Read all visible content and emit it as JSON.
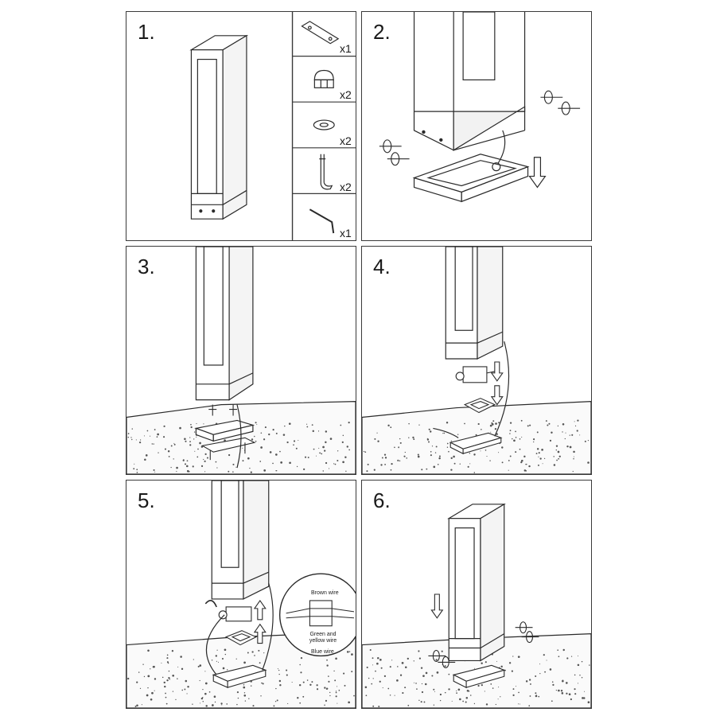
{
  "steps": [
    {
      "number": "1."
    },
    {
      "number": "2."
    },
    {
      "number": "3."
    },
    {
      "number": "4."
    },
    {
      "number": "5."
    },
    {
      "number": "6."
    }
  ],
  "parts": [
    {
      "name": "mounting-plate",
      "quantity": "x1"
    },
    {
      "name": "cap-nut",
      "quantity": "x2"
    },
    {
      "name": "washer",
      "quantity": "x2"
    },
    {
      "name": "anchor-bolt",
      "quantity": "x2"
    },
    {
      "name": "hex-key",
      "quantity": "x1"
    }
  ],
  "wiring_callout": {
    "brown": "Brown wire",
    "green_yellow": "Green and yellow wire",
    "blue": "Blue wire"
  },
  "colors": {
    "line": "#2a2a2a",
    "ground_dot": "#555555"
  }
}
